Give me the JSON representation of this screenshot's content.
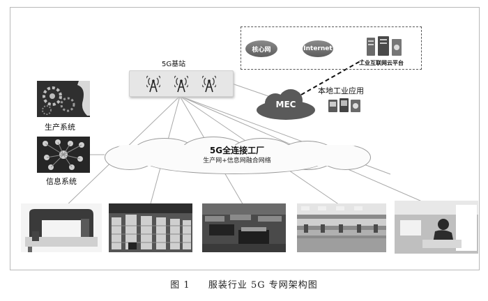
{
  "diagram": {
    "base_station_label": "5G基站",
    "mec_label": "MEC",
    "local_app_label": "本地工业应用",
    "cloud": {
      "core_network": "核心网",
      "internet": "Internet",
      "platform": "工业互联网云平台"
    },
    "factory": {
      "title": "5G全连接工厂",
      "subtitle": "生产网+信息网融合网络"
    },
    "systems": {
      "production": "生产系统",
      "information": "信息系统"
    }
  },
  "caption": {
    "figure_no": "图 1",
    "title": "服装行业 5G 专网架构图"
  }
}
